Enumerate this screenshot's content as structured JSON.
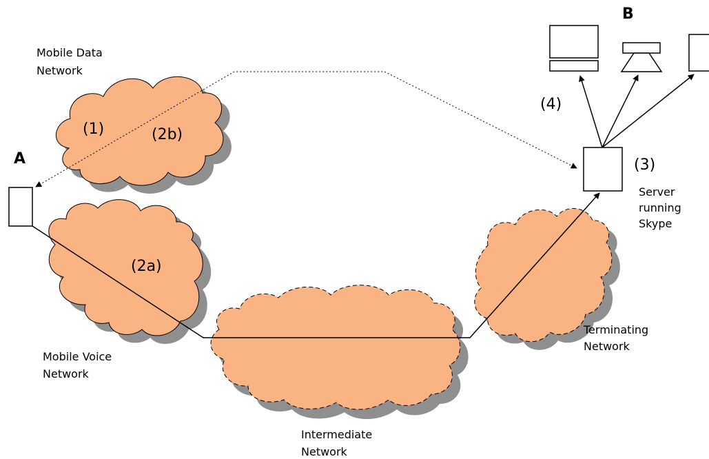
{
  "endpoints": {
    "a": "A",
    "b": "B"
  },
  "networks": {
    "mobile_data": [
      "Mobile Data",
      "Network"
    ],
    "mobile_voice": [
      "Mobile Voice",
      "Network"
    ],
    "intermediate": [
      "Intermediate",
      "Network"
    ],
    "terminating": [
      "Terminating",
      "Network"
    ]
  },
  "server": [
    "Server",
    "running",
    "Skype"
  ],
  "steps": {
    "s1": "(1)",
    "s2a": "(2a)",
    "s2b": "(2b)",
    "s3": "(3)",
    "s4": "(4)"
  },
  "colors": {
    "cloud_fill": "#FAB484",
    "cloud_shadow": "#8F8F8F",
    "line": "#000000"
  }
}
